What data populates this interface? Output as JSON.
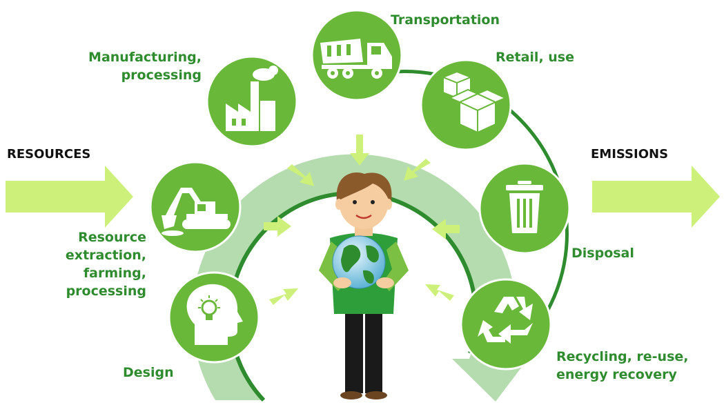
{
  "resources_label": "RESOURCES",
  "emissions_label": "EMISSIONS",
  "stages": {
    "transportation": "Transportation",
    "retail": "Retail, use",
    "manufacturing": "Manufacturing,\nprocessing",
    "extraction": "Resource\nextraction,\nfarming,\nprocessing",
    "design": "Design",
    "disposal": "Disposal",
    "recycling": "Recycling, re-use,\nenergy recovery"
  },
  "icons": {
    "manufacturing": "factory-icon",
    "transportation": "truck-icon",
    "retail": "boxes-icon",
    "extraction": "excavator-icon",
    "disposal": "trash-can-icon",
    "design": "head-lightbulb-icon",
    "recycling": "recycle-icon",
    "person": "person-holding-globe-icon"
  },
  "colors": {
    "label_green": "#2e8b2e",
    "circle_green": "#6ab83a",
    "band_green": "#b5dcae",
    "arrow_green": "#ccf07a"
  }
}
